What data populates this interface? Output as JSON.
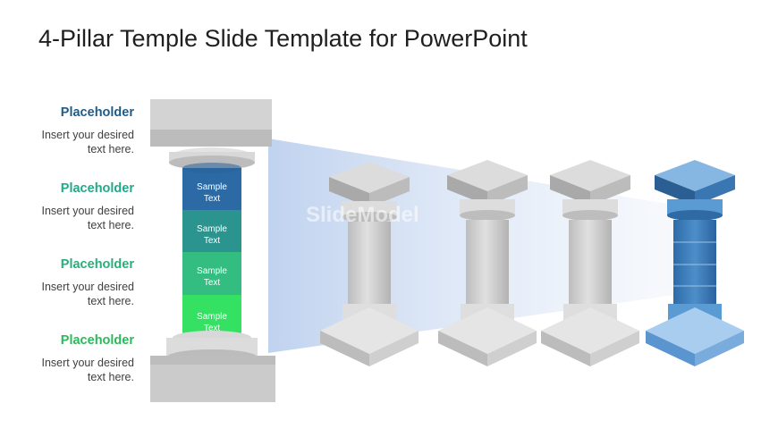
{
  "slide": {
    "title": "4-Pillar Temple Slide Template for PowerPoint",
    "watermark": "SlideModel"
  },
  "placeholders": [
    {
      "heading": "Placeholder",
      "line1": "Insert your desired",
      "line2": "text here.",
      "color": "#1f5c8a"
    },
    {
      "heading": "Placeholder",
      "line1": "Insert your desired",
      "line2": "text here.",
      "color": "#23a889"
    },
    {
      "heading": "Placeholder",
      "line1": "Insert your desired",
      "line2": "text here.",
      "color": "#27b07a"
    },
    {
      "heading": "Placeholder",
      "line1": "Insert your desired",
      "line2": "text here.",
      "color": "#2cb85c"
    }
  ],
  "segments": [
    {
      "line1": "Sample",
      "line2": "Text",
      "color": "#2b6aa5"
    },
    {
      "line1": "Sample",
      "line2": "Text",
      "color": "#2b948e"
    },
    {
      "line1": "Sample",
      "line2": "Text",
      "color": "#33bd80"
    },
    {
      "line1": "Sample",
      "line2": "Text",
      "color": "#35e163"
    }
  ],
  "colors": {
    "stone": "#cdcdcd",
    "stone_dark": "#a8a8a8",
    "accent_blue": "#3d84c0",
    "projection": "#bcd0ee"
  }
}
